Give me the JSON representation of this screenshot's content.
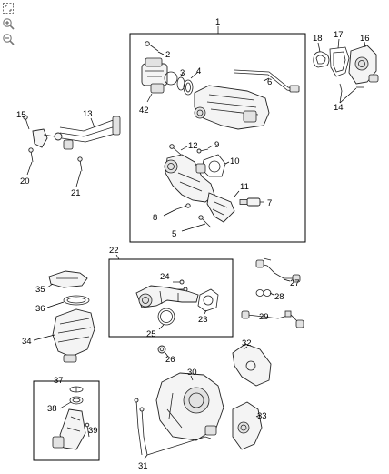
{
  "toolbar": {
    "tools": [
      {
        "icon": "fit-to-window-icon"
      },
      {
        "icon": "zoom-in-icon"
      },
      {
        "icon": "zoom-out-icon"
      }
    ]
  },
  "callouts": {
    "c1": "1",
    "c2": "2",
    "c3": "3",
    "c4": "4",
    "c5": "5",
    "c6": "6",
    "c7": "7",
    "c8": "8",
    "c9": "9",
    "c10": "10",
    "c11": "11",
    "c12": "12",
    "c13": "13",
    "c14": "14",
    "c15": "15",
    "c16": "16",
    "c17": "17",
    "c18": "18",
    "c20": "20",
    "c21": "21",
    "c22": "22",
    "c23": "23",
    "c24": "24",
    "c25": "25",
    "c26": "26",
    "c27": "27",
    "c28": "28",
    "c29": "29",
    "c30": "30",
    "c31": "31",
    "c32": "32",
    "c33": "33",
    "c34": "34",
    "c35": "35",
    "c36": "36",
    "c37": "37",
    "c38": "38",
    "c39": "39",
    "c42": "42"
  }
}
